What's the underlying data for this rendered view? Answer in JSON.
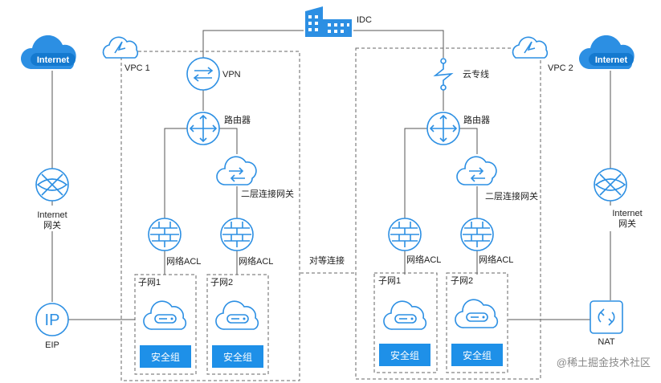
{
  "labels": {
    "idc": "IDC",
    "vpc1": "VPC 1",
    "vpc2": "VPC 2",
    "vpn": "VPN",
    "cloud_line": "云专线",
    "router": "路由器",
    "l2_gateway": "二层连接网关",
    "internet": "Internet",
    "internet_gw_line1": "Internet",
    "internet_gw_line2": "网关",
    "eip": "EIP",
    "nat": "NAT",
    "acl": "网络ACL",
    "subnet1": "子网1",
    "subnet2": "子网2",
    "security_group": "安全组",
    "peering": "对等连接",
    "watermark": "@稀土掘金技术社区"
  },
  "colors": {
    "accent": "#2c8fe3",
    "sg_fill": "#1e90e8"
  },
  "icons": [
    "building-icon",
    "cloud-icon",
    "router-icon",
    "vpn-icon",
    "firewall-icon",
    "server-icon",
    "globe-icon",
    "eip-icon",
    "nat-icon",
    "switch-icon",
    "cloud-line-icon"
  ]
}
